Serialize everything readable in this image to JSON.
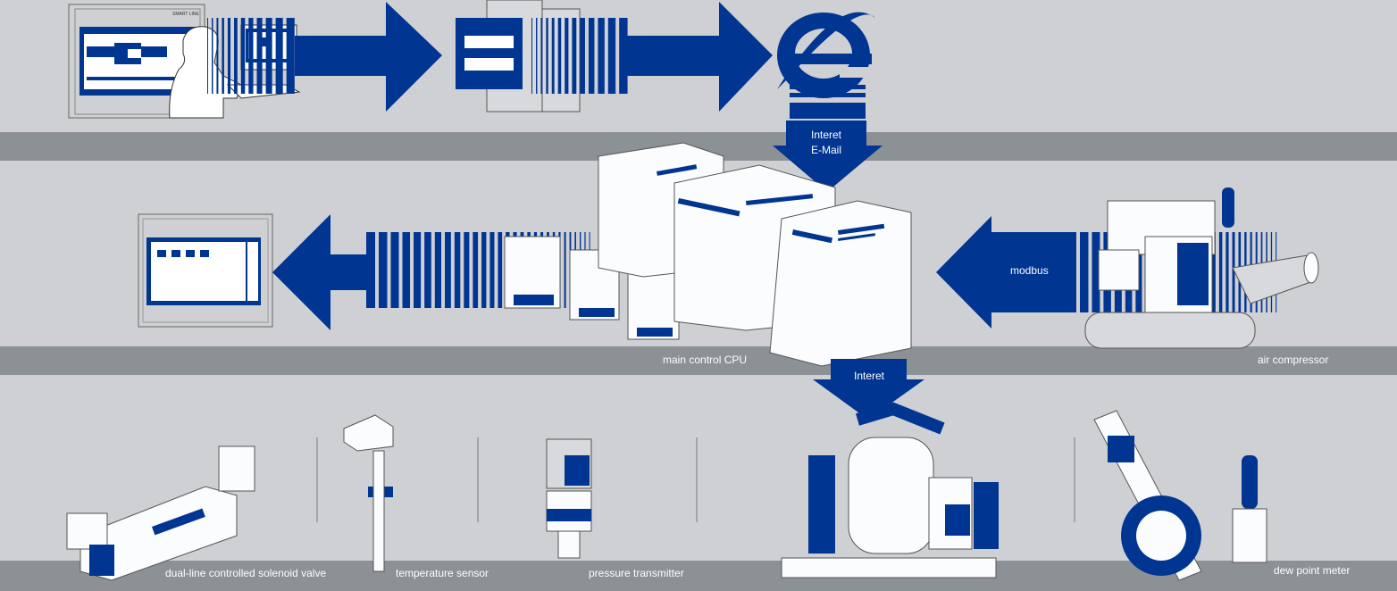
{
  "colors": {
    "blue": "#003591",
    "band": "#8c9196",
    "panel": "#cfd0d4",
    "device": "#fbfcfe"
  },
  "hmi": {
    "brand": "SMART LINE"
  },
  "arrows": {
    "internet_email": [
      "Interet",
      "E-Mail"
    ],
    "internet": "Interet",
    "modbus": "modbus"
  },
  "labels": {
    "cpu": "main control CPU",
    "compressor": "air compressor",
    "solenoid": "dual-line controlled solenoid valve",
    "temperature": "temperature sensor",
    "pressure": "pressure transmitter",
    "dew": "dew point meter"
  }
}
